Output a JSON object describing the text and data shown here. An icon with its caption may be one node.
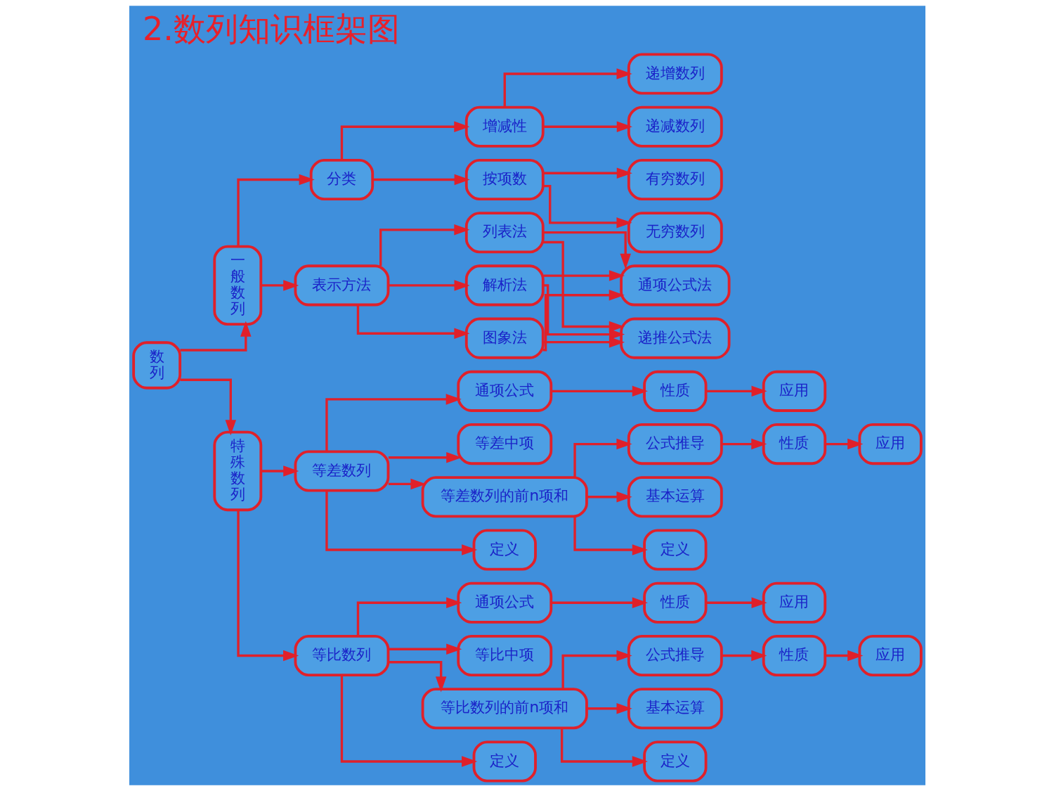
{
  "diagram": {
    "title": "2.数列知识框架图",
    "nodes": [
      {
        "text": [
          "数列"
        ]
      },
      {
        "text": [
          "一般数列"
        ]
      },
      {
        "text": [
          "分类"
        ]
      },
      {
        "text": [
          "按项数"
        ]
      },
      {
        "text": [
          "有穷数列"
        ]
      },
      {
        "text": [
          "无穷数列"
        ]
      },
      {
        "text": [
          "增减性"
        ]
      },
      {
        "text": [
          "递增数列"
        ]
      },
      {
        "text": [
          "递减数列"
        ]
      },
      {
        "text": [
          "表示方法"
        ]
      },
      {
        "text": [
          "列表法"
        ]
      },
      {
        "text": [
          "解析法"
        ]
      },
      {
        "text": [
          "图象法"
        ]
      },
      {
        "text": [
          "通项公式法"
        ]
      },
      {
        "text": [
          "递推公式法"
        ]
      },
      {
        "text": [
          "特殊数列"
        ]
      },
      {
        "text": [
          "等差数列"
        ]
      },
      {
        "text": [
          "定义"
        ]
      },
      {
        "text": [
          "通项公式"
        ]
      },
      {
        "text": [
          "性质"
        ]
      },
      {
        "text": [
          "应用"
        ]
      },
      {
        "text": [
          "等差中项"
        ]
      },
      {
        "text": [
          "等差数列的前n项和"
        ]
      },
      {
        "text": [
          "定义"
        ]
      },
      {
        "text": [
          "公式推导"
        ]
      },
      {
        "text": [
          "性质"
        ]
      },
      {
        "text": [
          "应用"
        ]
      },
      {
        "text": [
          "基本运算"
        ]
      },
      {
        "text": [
          "等比数列"
        ]
      },
      {
        "text": [
          "定义"
        ]
      },
      {
        "text": [
          "通项公式"
        ]
      },
      {
        "text": [
          "性质"
        ]
      },
      {
        "text": [
          "应用"
        ]
      },
      {
        "text": [
          "等比中项"
        ]
      },
      {
        "text": [
          "等比数列的前n项和"
        ]
      },
      {
        "text": [
          "定义"
        ]
      },
      {
        "text": [
          "公式推导"
        ]
      },
      {
        "text": [
          "性质"
        ]
      },
      {
        "text": [
          "应用"
        ]
      },
      {
        "text": [
          "基本运算"
        ]
      }
    ],
    "edges": [
      {
        "from": 0,
        "to": 1,
        "arrow": "to"
      },
      {
        "from": 0,
        "to": 15,
        "arrow": "to"
      },
      {
        "from": 1,
        "to": 2,
        "arrow": "to"
      },
      {
        "from": 1,
        "to": 9,
        "arrow": "to"
      },
      {
        "from": 2,
        "to": 3,
        "arrow": "to"
      },
      {
        "from": 2,
        "to": 6,
        "arrow": "to"
      },
      {
        "from": 3,
        "to": 4,
        "arrow": "to"
      },
      {
        "from": 3,
        "to": 5,
        "arrow": "to"
      },
      {
        "from": 6,
        "to": 7,
        "arrow": "to"
      },
      {
        "from": 6,
        "to": 8,
        "arrow": "to"
      },
      {
        "from": 9,
        "to": 10,
        "arrow": "to"
      },
      {
        "from": 9,
        "to": 11,
        "arrow": "to"
      },
      {
        "from": 9,
        "to": 12,
        "arrow": "to"
      },
      {
        "from": 10,
        "to": 13,
        "arrow": "to"
      },
      {
        "from": 10,
        "to": 14,
        "arrow": "to"
      },
      {
        "from": 11,
        "to": 13,
        "arrow": "to"
      },
      {
        "from": 11,
        "to": 14,
        "arrow": "to"
      },
      {
        "from": 12,
        "to": 13,
        "arrow": "to"
      },
      {
        "from": 12,
        "to": 14,
        "arrow": "to"
      },
      {
        "from": 15,
        "to": 16,
        "arrow": "to"
      },
      {
        "from": 15,
        "to": 28,
        "arrow": "to"
      },
      {
        "from": 16,
        "to": 17,
        "arrow": "to"
      },
      {
        "from": 16,
        "to": 18,
        "arrow": "to"
      },
      {
        "from": 16,
        "to": 21,
        "arrow": "to"
      },
      {
        "from": 16,
        "to": 22,
        "arrow": "to"
      },
      {
        "from": 18,
        "to": 19,
        "arrow": "to"
      },
      {
        "from": 19,
        "to": 20,
        "arrow": "to"
      },
      {
        "from": 22,
        "to": 23,
        "arrow": "to"
      },
      {
        "from": 22,
        "to": 24,
        "arrow": "to"
      },
      {
        "from": 22,
        "to": 27,
        "arrow": "to"
      },
      {
        "from": 24,
        "to": 25,
        "arrow": "to"
      },
      {
        "from": 25,
        "to": 26,
        "arrow": "to"
      },
      {
        "from": 28,
        "to": 29,
        "arrow": "to"
      },
      {
        "from": 28,
        "to": 30,
        "arrow": "to"
      },
      {
        "from": 28,
        "to": 33,
        "arrow": "to"
      },
      {
        "from": 28,
        "to": 34,
        "arrow": "to"
      },
      {
        "from": 30,
        "to": 31,
        "arrow": "to"
      },
      {
        "from": 31,
        "to": 32,
        "arrow": "to"
      },
      {
        "from": 34,
        "to": 35,
        "arrow": "to"
      },
      {
        "from": 34,
        "to": 36,
        "arrow": "to"
      },
      {
        "from": 34,
        "to": 39,
        "arrow": "to"
      },
      {
        "from": 36,
        "to": 37,
        "arrow": "to"
      },
      {
        "from": 37,
        "to": 38,
        "arrow": "to"
      }
    ]
  }
}
